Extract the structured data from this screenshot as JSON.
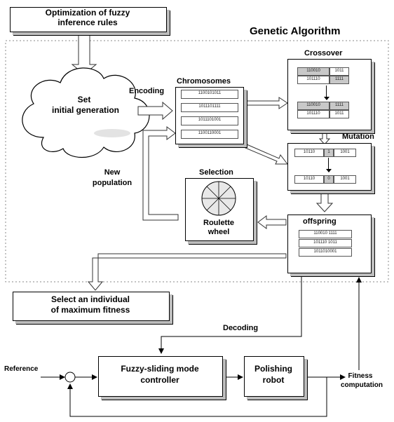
{
  "title_box": {
    "line1": "Optimization of fuzzy",
    "line2": "inference rules"
  },
  "ga_title": "Genetic Algorithm",
  "cloud": {
    "line1": "Set",
    "line2": "initial generation"
  },
  "encoding_label": "Encoding",
  "chromosomes": {
    "title": "Chromosomes",
    "rows": [
      "1100101011",
      "1011101111",
      "1011101001",
      "1100110001"
    ]
  },
  "crossover": {
    "title": "Crossover",
    "before": [
      [
        "110010",
        "1011"
      ],
      [
        "101110",
        "1111"
      ]
    ],
    "after": [
      [
        "110010",
        "1111"
      ],
      [
        "101110",
        "1011"
      ]
    ]
  },
  "mutation": {
    "title": "Mutation",
    "before": [
      "10110",
      "1",
      "1001"
    ],
    "after": [
      "10110",
      "0",
      "1001"
    ]
  },
  "selection": {
    "title": "Selection",
    "line1": "Roulette",
    "line2": "wheel"
  },
  "new_population": {
    "line1": "New",
    "line2": "population"
  },
  "offspring": {
    "title": "offspring",
    "rows": [
      "110010 1111",
      "101110 1011",
      "1011010001"
    ]
  },
  "select_box": {
    "line1": "Select an individual",
    "line2": "of maximum fitness"
  },
  "decoding_label": "Decoding",
  "reference_label": "Reference",
  "controller": {
    "line1": "Fuzzy-sliding mode",
    "line2": "controller"
  },
  "robot": {
    "line1": "Polishing",
    "line2": "robot"
  },
  "fitness": {
    "line1": "Fitness",
    "line2": "computation"
  }
}
